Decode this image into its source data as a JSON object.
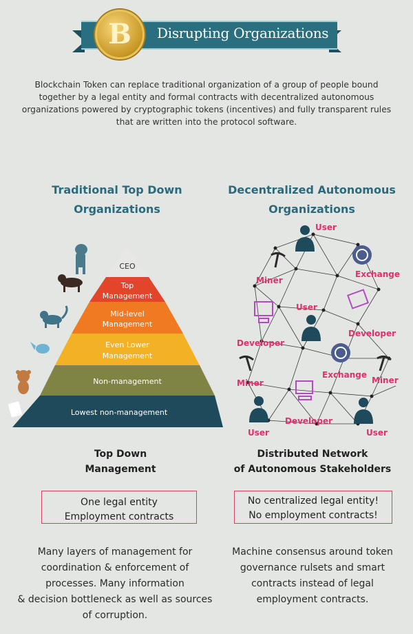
{
  "banner": {
    "title": "Disrupting Organizations",
    "coin_symbol": "B"
  },
  "intro": "Blockchain Token can replace traditional organization of a group of people bound together by a legal entity and formal contracts with decentralized autonomous organizations powered by cryptographic tokens (incentives) and fully transparent rules that are written into the protocol software.",
  "left": {
    "heading_line1": "Traditional Top Down",
    "heading_line2": "Organizations",
    "pyramid_levels": [
      {
        "label": "CEO",
        "color": "#e7e8e6",
        "text_color": "#333333"
      },
      {
        "label_line1": "Top",
        "label_line2": "Management",
        "color": "#e2452a",
        "text_color": "#ffffff"
      },
      {
        "label_line1": "Mid-level",
        "label_line2": "Management",
        "color": "#ef7a22",
        "text_color": "#ffffff"
      },
      {
        "label_line1": "Even Lower",
        "label_line2": "Management",
        "color": "#f3b225",
        "text_color": "#ffffff"
      },
      {
        "label": "Non-management",
        "color": "#7f8344",
        "text_color": "#ffffff"
      },
      {
        "label": "Lowest non-management",
        "color": "#1f4a5c",
        "text_color": "#ffffff"
      }
    ],
    "sub_line1": "Top Down",
    "sub_line2": "Management",
    "box_line1": "One legal entity",
    "box_line2": "Employment contracts",
    "desc_line1": "Many layers of management for",
    "desc_line2": "coordination & enforcement of",
    "desc_line3": "processes. Many information",
    "desc_line4": "& decision bottleneck as well as sources",
    "desc_line5": "of corruption."
  },
  "right": {
    "heading_line1": "Decentralized Autonomous",
    "heading_line2": "Organizations",
    "nodes": {
      "user": "User",
      "miner": "Miner",
      "exchange": "Exchange",
      "developer": "Developer"
    },
    "sub_line1": "Distributed Network",
    "sub_line2": "of Autonomous Stakeholders",
    "box_line1": "No centralized legal entity!",
    "box_line2": "No employment contracts!",
    "desc_line1": "Machine consensus around token",
    "desc_line2": "governance rulsets and smart",
    "desc_line3": "contracts instead of legal",
    "desc_line4": "employment contracts."
  },
  "colors": {
    "accent": "#2b6a7d",
    "pink": "#e0306d",
    "box_border": "#d8425f"
  }
}
